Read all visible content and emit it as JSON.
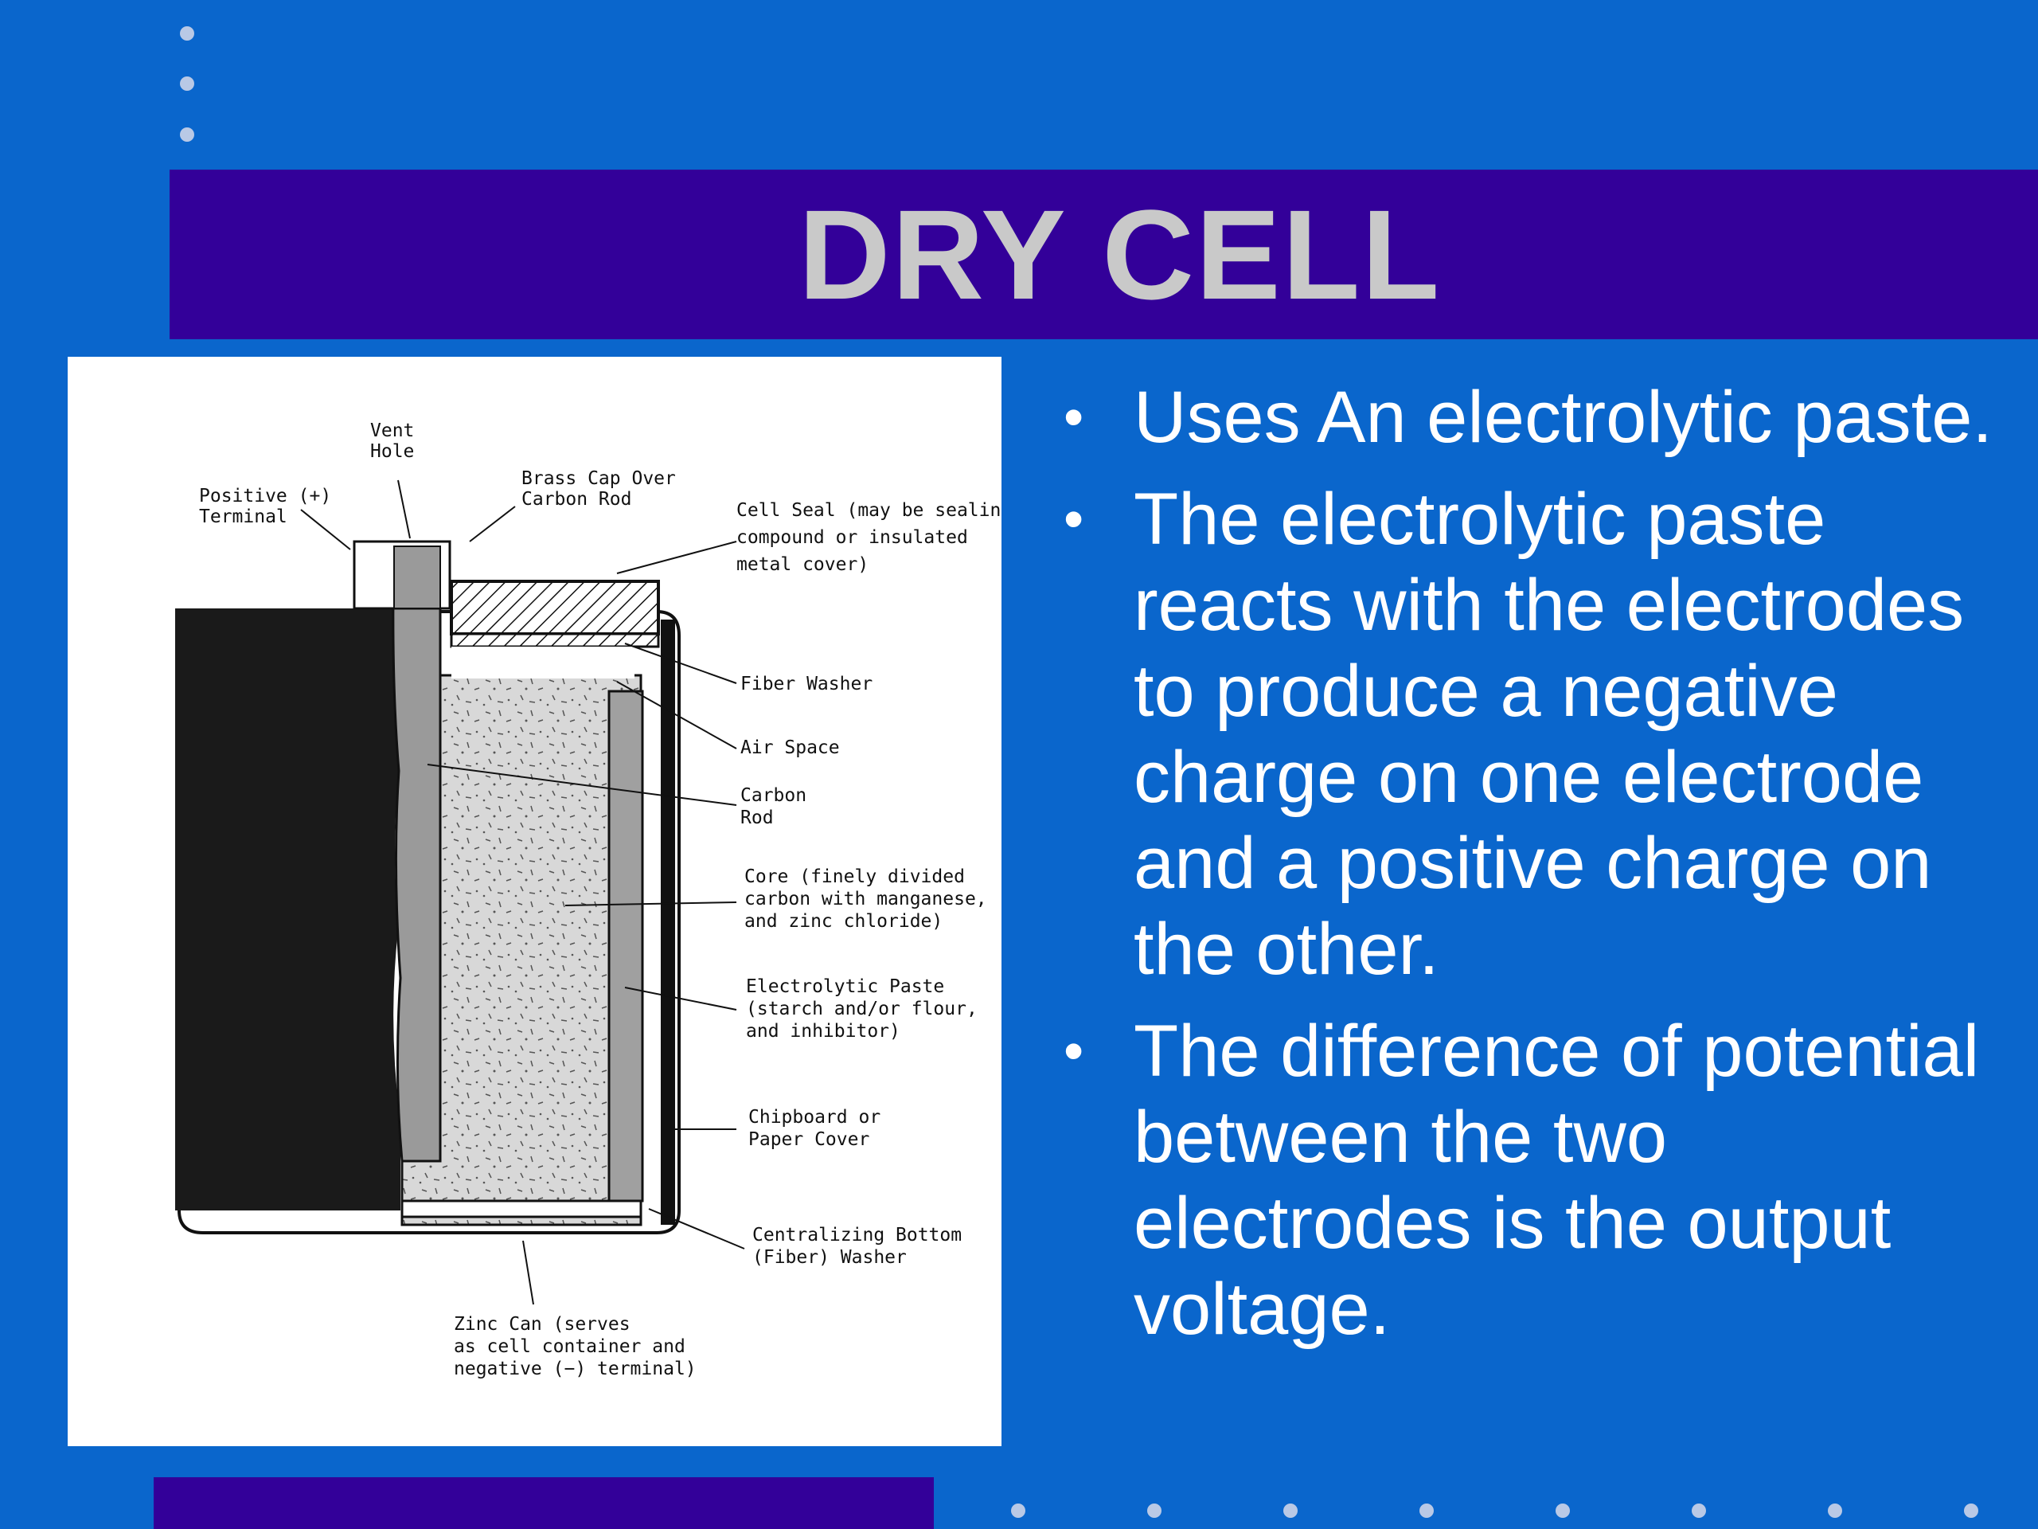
{
  "slide": {
    "title": "DRY CELL",
    "bullets": [
      "Uses An electrolytic paste.",
      "The electrolytic paste reacts with the electrodes to produce a negative charge on one electrode and a positive charge on the other.",
      "The difference of potential between the two electrodes is the output voltage."
    ]
  },
  "diagram": {
    "labels": {
      "vent_hole": [
        "Vent",
        "Hole"
      ],
      "positive_terminal": [
        "Positive (+)",
        "Terminal"
      ],
      "brass_cap": [
        "Brass Cap Over",
        "Carbon Rod"
      ],
      "cell_seal": [
        "Cell Seal (may be sealing",
        "compound or insulated",
        "metal cover)"
      ],
      "fiber_washer": [
        "Fiber Washer"
      ],
      "air_space": [
        "Air Space"
      ],
      "carbon_rod": [
        "Carbon",
        "Rod"
      ],
      "core": [
        "Core (finely divided",
        "carbon with manganese,",
        "and zinc chloride)"
      ],
      "electrolytic_paste": [
        "Electrolytic Paste",
        "(starch and/or flour,",
        "and inhibitor)"
      ],
      "chipboard": [
        "Chipboard or",
        "Paper Cover"
      ],
      "centralizing_washer": [
        "Centralizing Bottom",
        "(Fiber) Washer"
      ],
      "zinc_can": [
        "Zinc Can (serves",
        "as cell container and",
        "negative (−) terminal)"
      ]
    }
  },
  "colors": {
    "background": "#0a66cc",
    "title_band": "#330099",
    "title_text": "#c9c9c9",
    "body_text": "#ffffff"
  }
}
